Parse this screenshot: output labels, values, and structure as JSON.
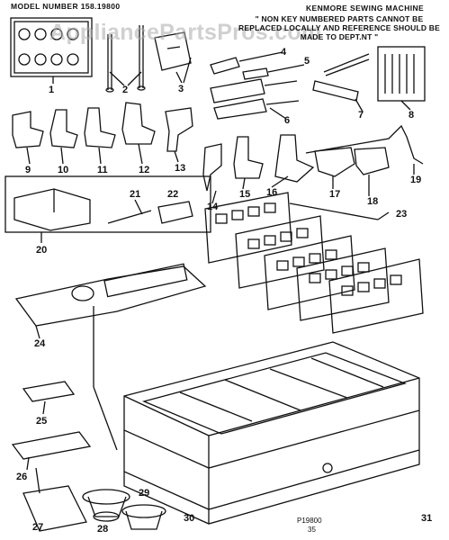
{
  "header": {
    "model_label": "MODEL NUMBER 158.19800",
    "machine_label": "KENMORE SEWING MACHINE",
    "note": "\" NON KEY NUMBERED PARTS CANNOT BE REPLACED LOCALLY AND REFERENCE SHOULD BE MADE TO DEPT.NT \""
  },
  "watermark": "AppliancePartsPros.com",
  "part_numbers": [
    "1",
    "2",
    "3",
    "4",
    "5",
    "6",
    "7",
    "8",
    "9",
    "10",
    "11",
    "12",
    "13",
    "14",
    "15",
    "16",
    "17",
    "18",
    "19",
    "20",
    "21",
    "22",
    "23",
    "24",
    "25",
    "26",
    "27",
    "28",
    "29",
    "30",
    "31"
  ],
  "footer": {
    "code": "P19800",
    "sub": "35"
  }
}
